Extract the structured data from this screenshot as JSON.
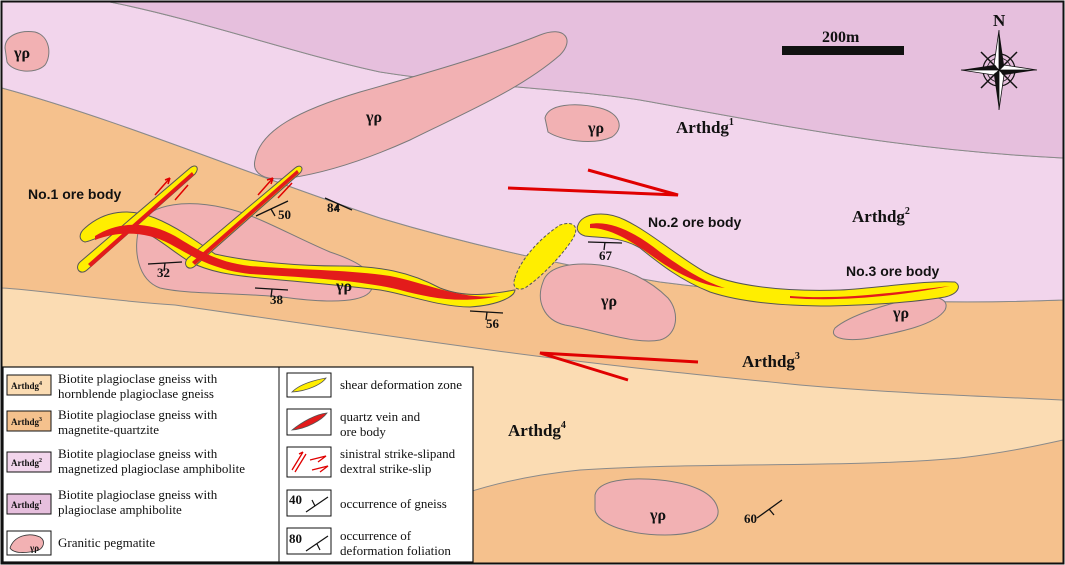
{
  "map": {
    "units": [
      {
        "name": "Arthdg1",
        "label": "Arthdg",
        "sup": "1",
        "color": "#e6bfdd"
      },
      {
        "name": "Arthdg2",
        "label": "Arthdg",
        "sup": "2",
        "color": "#f2d5ec"
      },
      {
        "name": "Arthdg3",
        "label": "Arthdg",
        "sup": "3",
        "color": "#f5c18d"
      },
      {
        "name": "Arthdg4",
        "label": "Arthdg",
        "sup": "4",
        "color": "#fbdcb3"
      }
    ],
    "pegmatite_label": "γρ",
    "ore_bodies": [
      "No.1 ore body",
      "No.2 ore body",
      "No.3 ore body"
    ],
    "dips": [
      "50",
      "84",
      "32",
      "38",
      "56",
      "67",
      "60"
    ],
    "scale_label": "200m",
    "north_label": "N",
    "colors": {
      "pegmatite": "#f2b1b3",
      "shear": "#ffee00",
      "ore": "#e31b1b",
      "arrow": "#e00000"
    }
  },
  "legend": {
    "items": [
      {
        "symbol": "Arthdg",
        "sup": "4",
        "line1": "Biotite plagioclase gneiss with",
        "line2": "hornblende plagioclase gneiss"
      },
      {
        "symbol": "Arthdg",
        "sup": "3",
        "line1": "Biotite plagioclase gneiss with",
        "line2": "magnetite-quartzite"
      },
      {
        "symbol": "Arthdg",
        "sup": "2",
        "line1": "Biotite plagioclase gneiss with",
        "line2": "magnetized plagioclase amphibolite"
      },
      {
        "symbol": "Arthdg",
        "sup": "1",
        "line1": "Biotite plagioclase gneiss with",
        "line2": "plagioclase amphibolite"
      },
      {
        "symbol": "γρ",
        "line1": "Granitic pegmatite"
      }
    ],
    "right": [
      {
        "line1": "shear deformation zone"
      },
      {
        "line1": "quartz  vein  and",
        "line2": "ore body"
      },
      {
        "line1": "sinistral strike-slipand",
        "line2": "dextral strike-slip"
      },
      {
        "symbol": "40",
        "line1": "occurrence of gneiss"
      },
      {
        "symbol": "80",
        "line1": "occurrence of",
        "line2": "deformation foliation"
      }
    ]
  }
}
